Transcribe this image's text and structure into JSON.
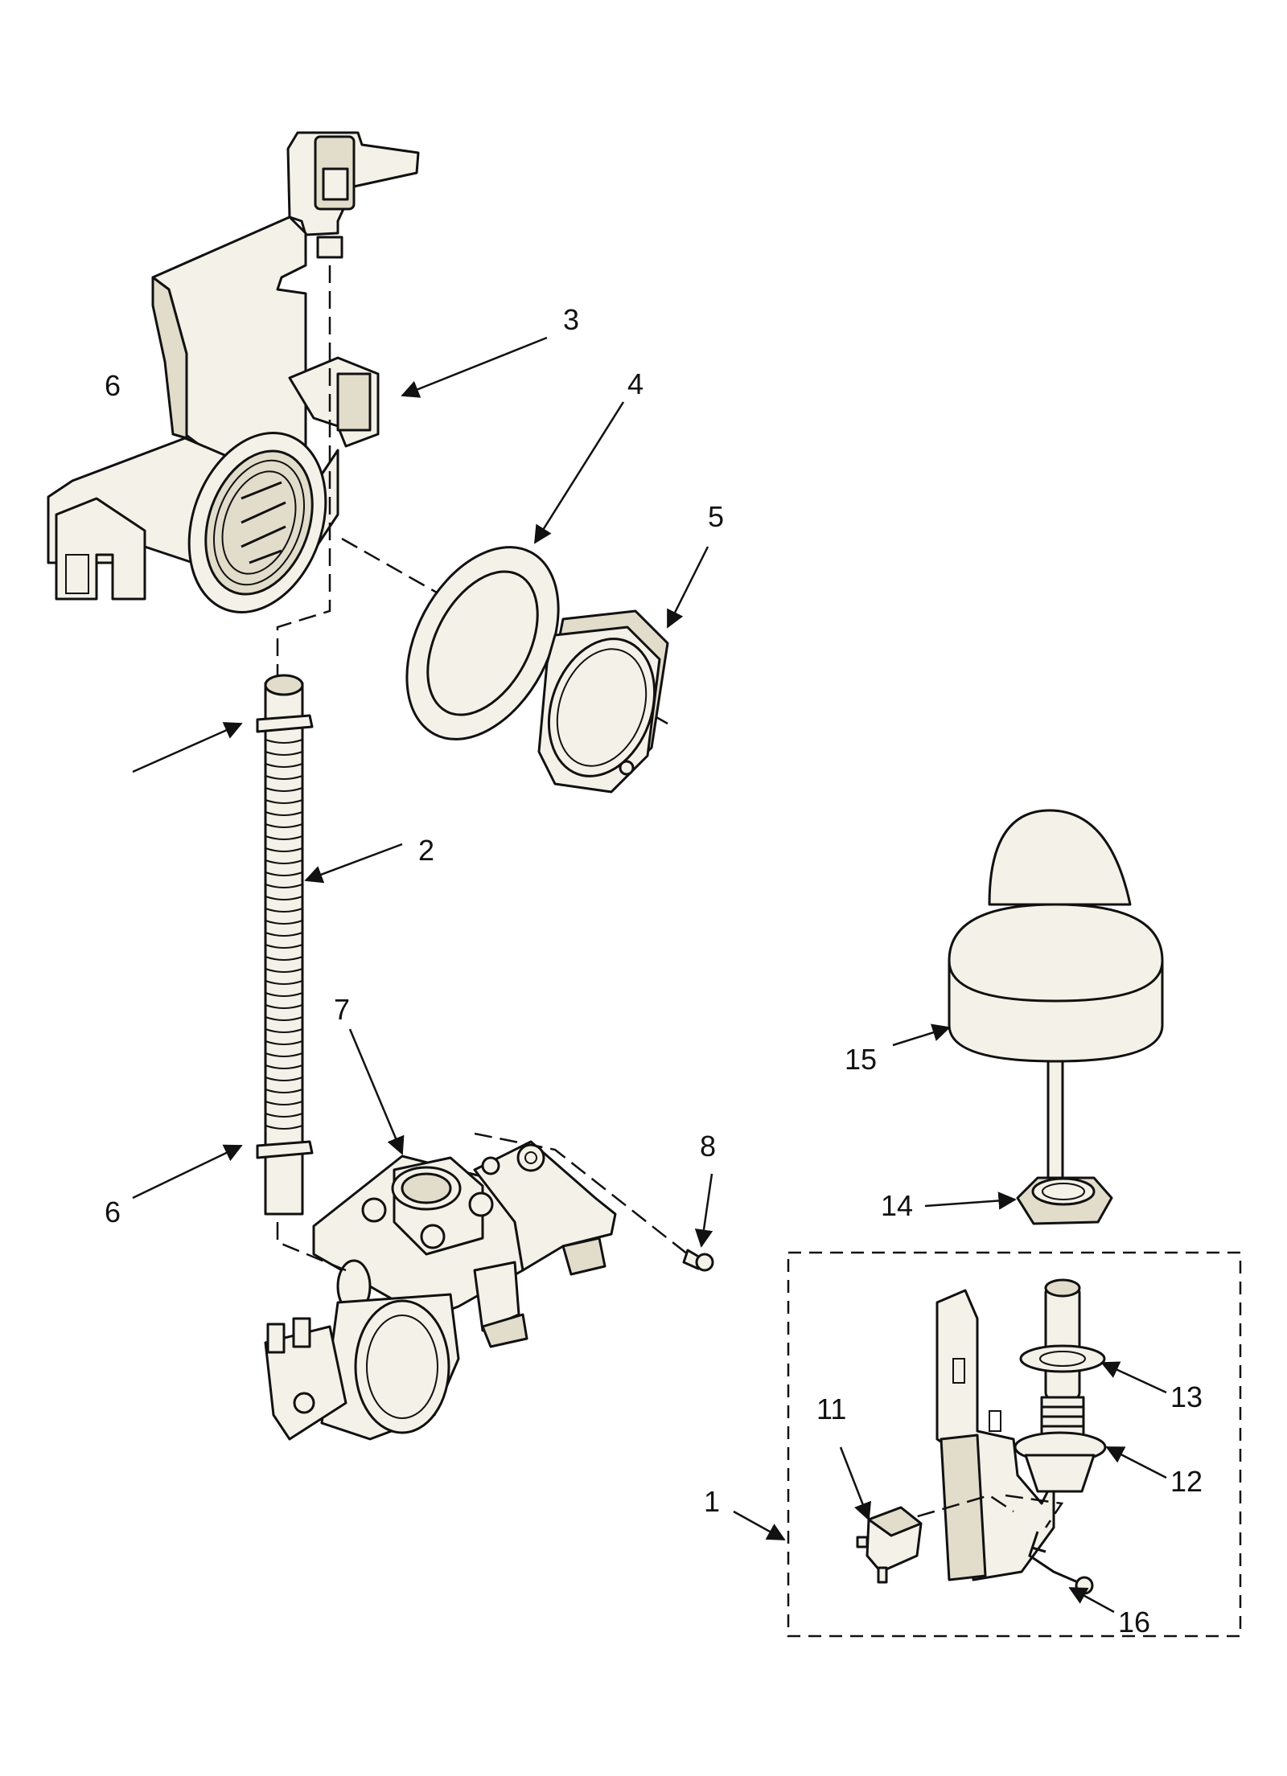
{
  "callouts": {
    "c1": "1",
    "c2": "2",
    "c3": "3",
    "c4": "4",
    "c5": "5",
    "c6a": "6",
    "c6b": "6",
    "c7": "7",
    "c8": "8",
    "c11": "11",
    "c12": "12",
    "c13": "13",
    "c14": "14",
    "c15": "15",
    "c16": "16"
  },
  "colors": {
    "line": "#111111",
    "part_fill": "#f4f1e8",
    "background": "#ffffff"
  }
}
